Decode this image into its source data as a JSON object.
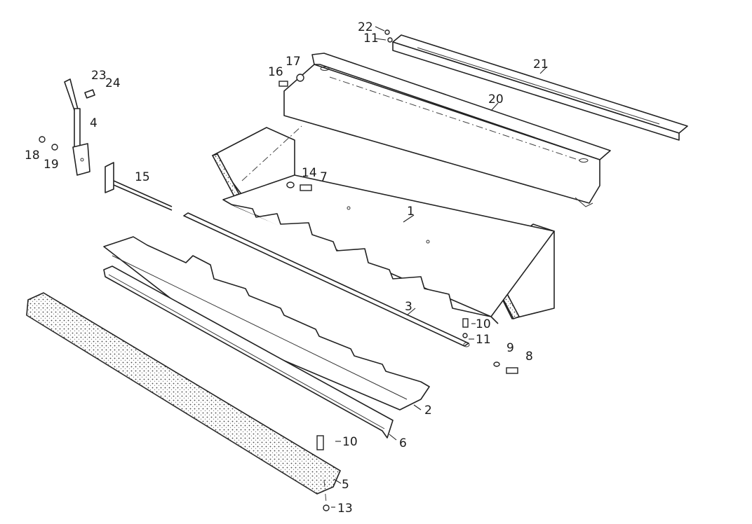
{
  "labels": {
    "p1": "1",
    "p2": "2",
    "p3": "3",
    "p4": "4",
    "p5": "5",
    "p6": "6",
    "p7": "7",
    "p8": "8",
    "p9": "9",
    "p10a": "10",
    "p10b": "10",
    "p11a": "11",
    "p11b": "11",
    "p13": "13",
    "p14": "14",
    "p15": "15",
    "p16": "16",
    "p17": "17",
    "p18": "18",
    "p19": "19",
    "p20": "20",
    "p21": "21",
    "p22": "22",
    "p23": "23",
    "p24": "24"
  },
  "colors": {
    "line": "#222222",
    "paper": "#ffffff"
  }
}
